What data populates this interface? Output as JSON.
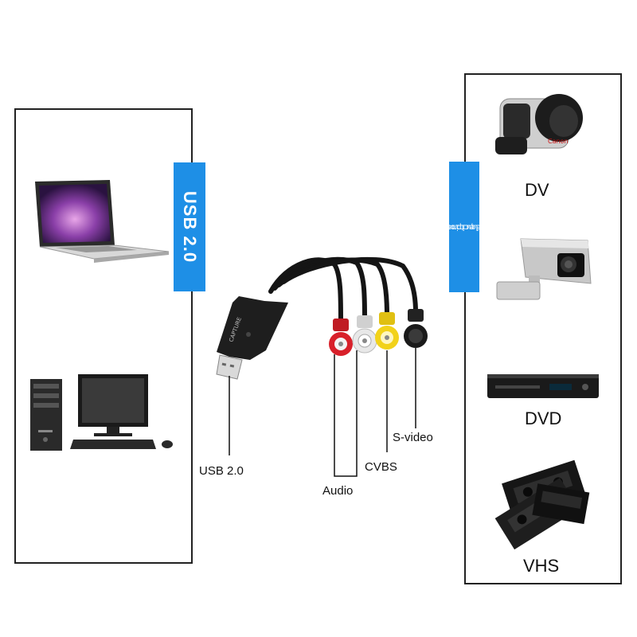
{
  "left_tab": "USB 2.0",
  "right_tab": [
    "Collection",
    "equipment"
  ],
  "cable_labels": {
    "usb": "USB 2.0",
    "audio": "Audio",
    "cvbs": "CVBS",
    "svideo": "S-video"
  },
  "dongle_text": "CAPTURE",
  "devices": [
    "DV",
    "DVD",
    "VHS"
  ],
  "camcorder_brand": "Canon",
  "colors": {
    "tab_blue": "#1e8fe6",
    "rca_red": "#d8202a",
    "rca_white": "#e8e8e8",
    "rca_yellow": "#f2d21a"
  }
}
